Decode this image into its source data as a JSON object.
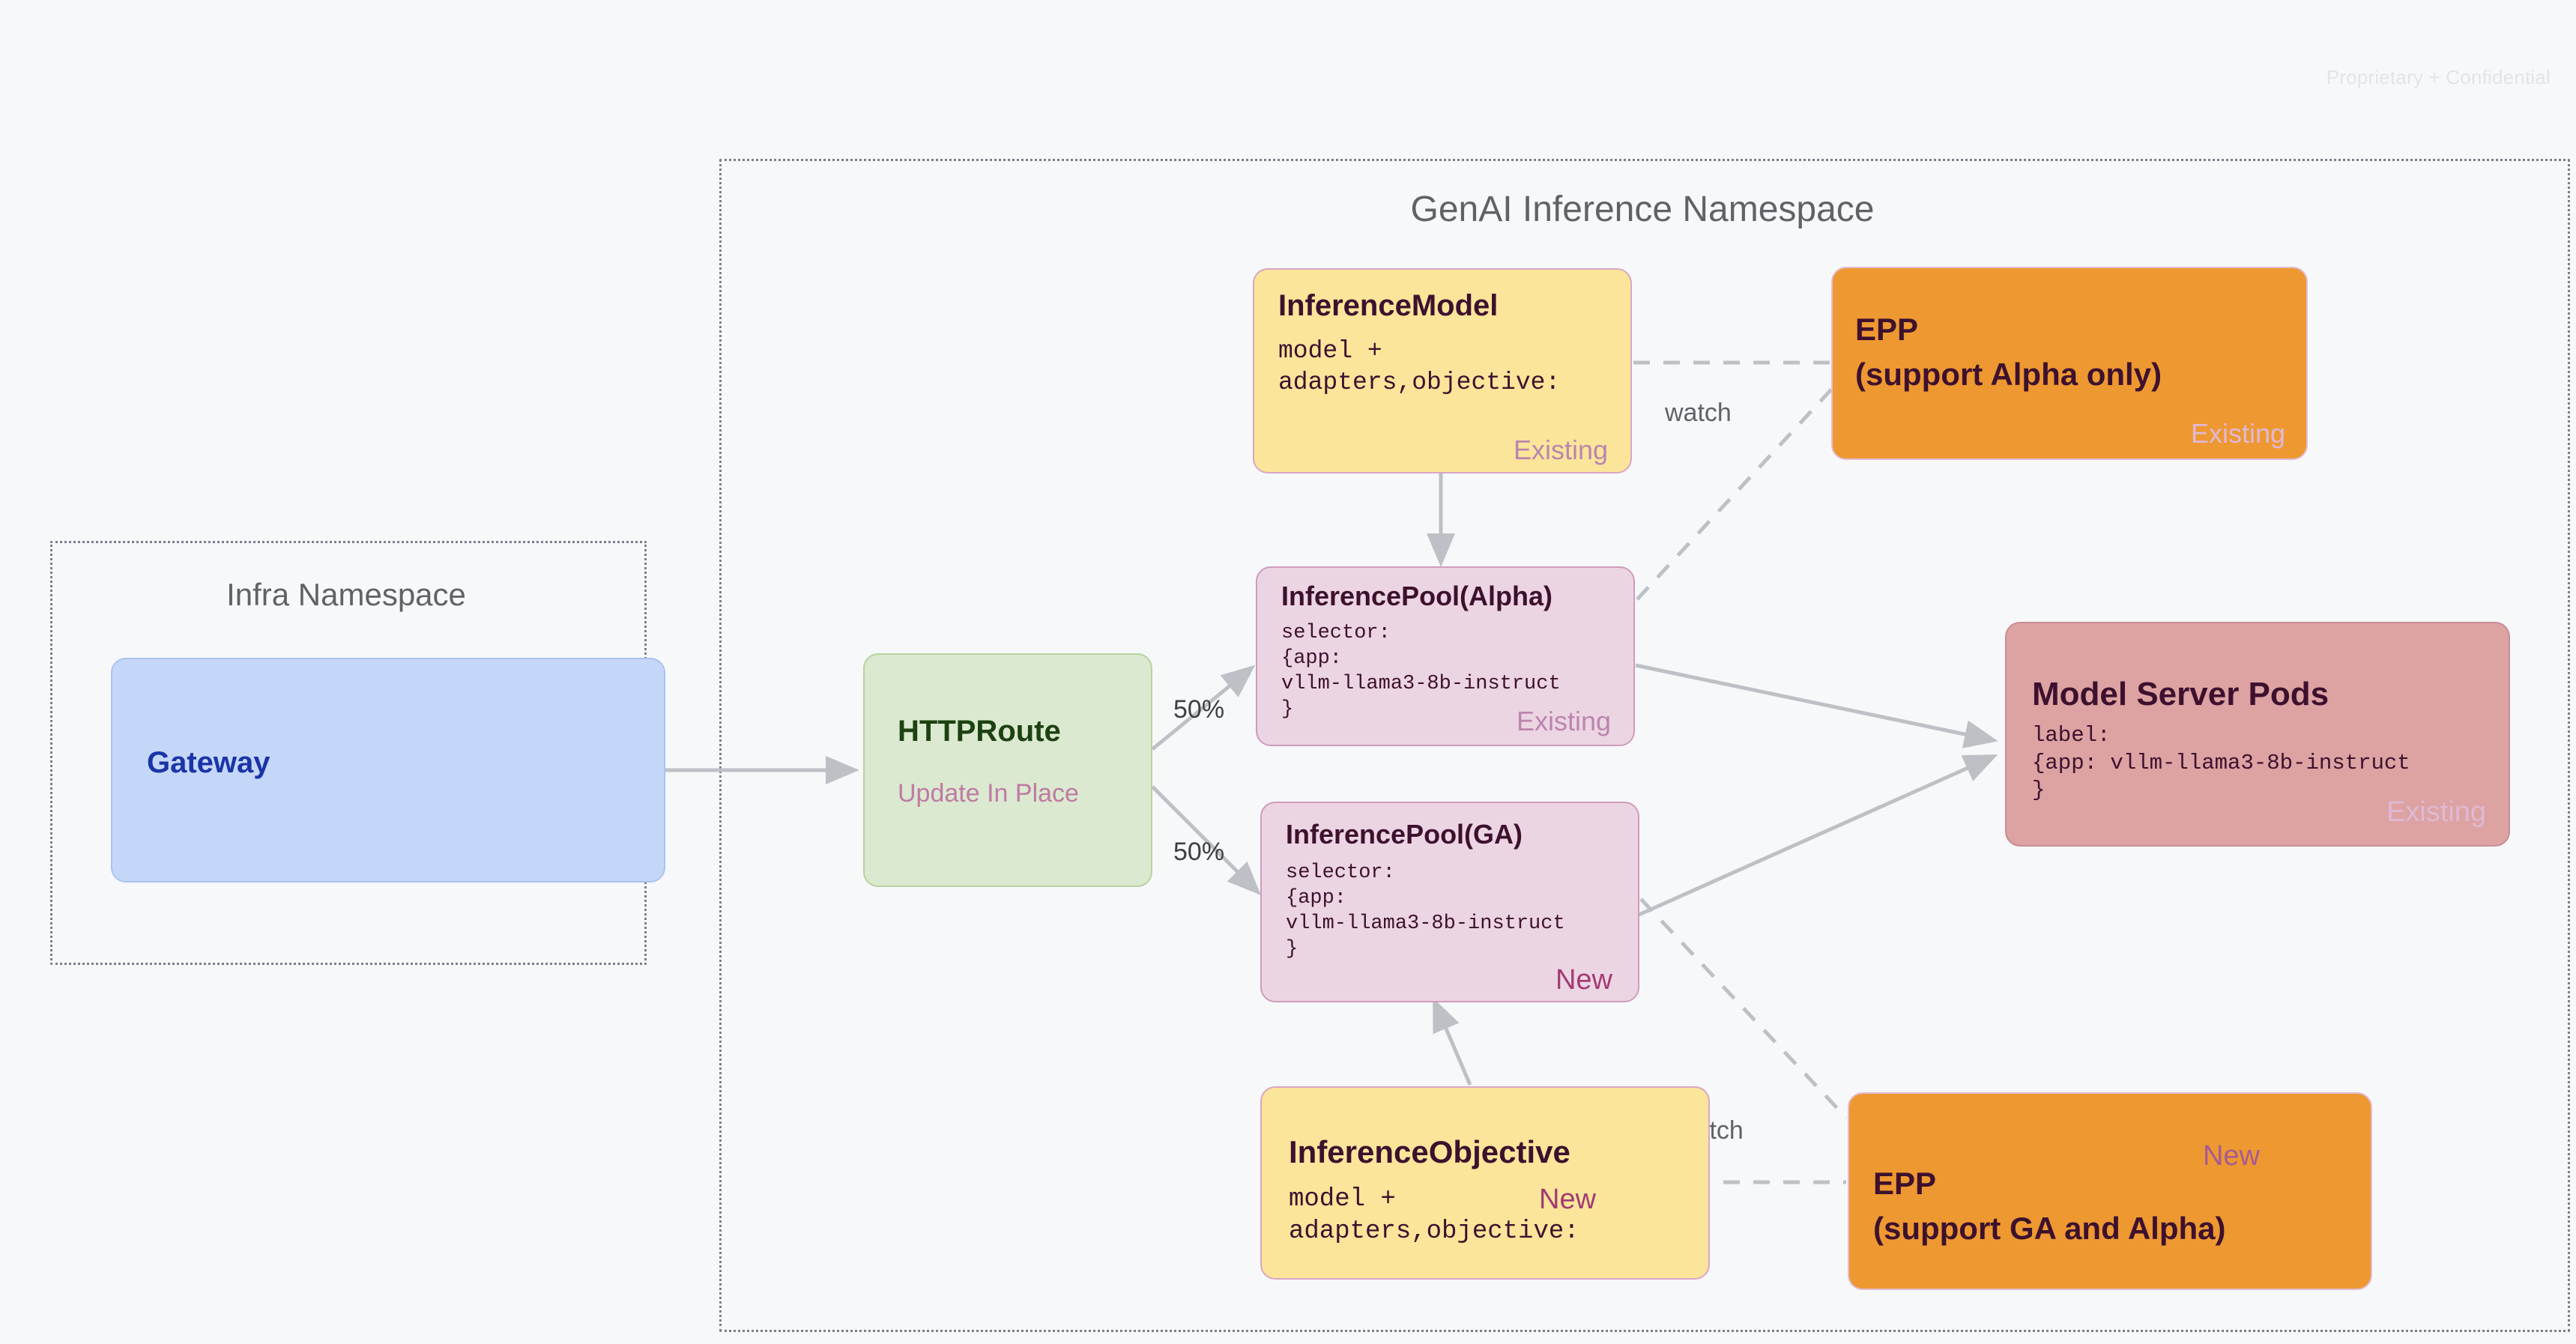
{
  "page": {
    "confidential": "Proprietary + Confidential",
    "background": "#f7f8fa"
  },
  "namespaces": [
    {
      "id": "infra",
      "title": "Infra Namespace"
    },
    {
      "id": "genai",
      "title": "GenAI Inference Namespace"
    }
  ],
  "nodes": {
    "gateway": {
      "title": "Gateway",
      "color": "#c5d7f8"
    },
    "httproute": {
      "title": "HTTPRoute",
      "subtitle": "Update In Place",
      "color": "#dbe9d0"
    },
    "inference_model": {
      "title": "InferenceModel",
      "code": "model +\nadapters,objective:",
      "badge": "Existing",
      "color": "#fbe59a"
    },
    "inference_pool_alpha": {
      "title": "InferencePool(Alpha)",
      "code": "selector:\n{app:\nvllm-llama3-8b-instruct\n}",
      "badge": "Existing",
      "color": "#ecd5e2"
    },
    "inference_pool_ga": {
      "title": "InferencePool(GA)",
      "code": "selector:\n{app:\nvllm-llama3-8b-instruct\n}",
      "badge": "New",
      "color": "#ecd5e2"
    },
    "inference_objective": {
      "title": "InferenceObjective",
      "code": "model +\nadapters,objective:",
      "badge": "New",
      "color": "#fbe59a"
    },
    "epp_alpha": {
      "title_line1": "EPP",
      "title_line2": "(support Alpha only)",
      "badge": "Existing",
      "color": "#ee9831"
    },
    "epp_ga": {
      "title_line1": "EPP",
      "title_line2": "(support GA and Alpha)",
      "badge": "New",
      "color": "#ee9831"
    },
    "model_server_pods": {
      "title": "Model Server Pods",
      "code": "label:\n{app: vllm-llama3-8b-instruct\n}",
      "badge": "Existing",
      "color": "#dda2a2"
    }
  },
  "edges": {
    "split_alpha": "50%",
    "split_ga": "50%",
    "watch_alpha": "watch",
    "watch_ga": "watch"
  },
  "colors": {
    "arrow": "#bdc1c6",
    "namespace_border": "#7b7f8c",
    "accent_new": "#a23a74",
    "accent_existing": "#bb85ae"
  }
}
